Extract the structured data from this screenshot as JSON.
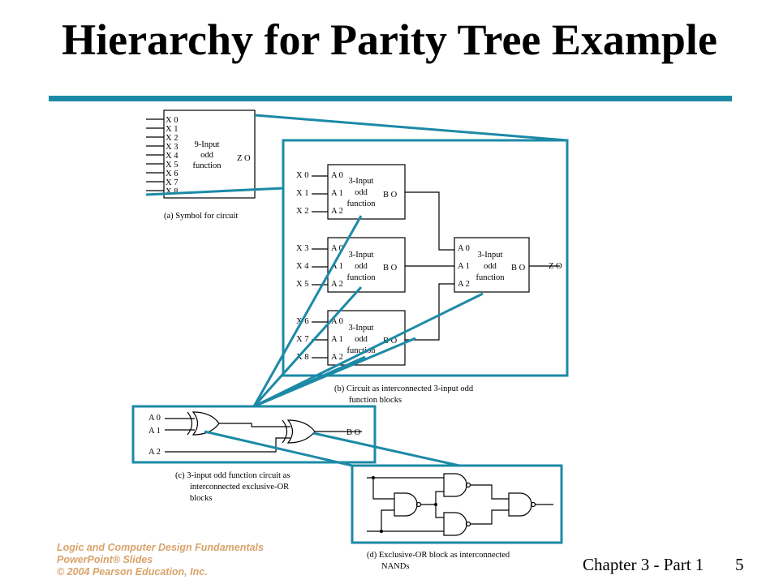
{
  "slide": {
    "title": "Hierarchy for Parity Tree Example",
    "chapter": "Chapter 3 - Part 1",
    "page_number": "5",
    "accent_color": "#1c8aa6",
    "footer_logo": [
      "Logic and Computer Design Fundamentals",
      "PowerPoint® Slides",
      "© 2004 Pearson Education, Inc."
    ]
  },
  "symbol": {
    "inputs": [
      "X 0",
      "X 1",
      "X 2",
      "X 3",
      "X 4",
      "X 5",
      "X 6",
      "X 7",
      "X 8"
    ],
    "box_label": [
      "9-Input",
      "odd",
      "function"
    ],
    "output": "Z O",
    "caption": "(a) Symbol for circuit"
  },
  "circuit": {
    "block_inputs": [
      "A 0",
      "A 1",
      "A 2"
    ],
    "block_label": [
      "3-Input",
      "odd",
      "function"
    ],
    "block_output": "B O",
    "inputs": [
      "X 0",
      "X 1",
      "X 2",
      "X 3",
      "X 4",
      "X 5",
      "X 6",
      "X 7",
      "X 8"
    ],
    "output": "Z O",
    "caption": [
      "(b) Circuit as interconnected 3-input odd",
      "function blocks"
    ]
  },
  "xor_circuit": {
    "inputs": [
      "A 0",
      "A 1",
      "A 2"
    ],
    "output": "B O",
    "caption": [
      "(c) 3-input odd function circuit as",
      "interconnected exclusive-OR",
      "blocks"
    ]
  },
  "nand_circuit": {
    "caption": [
      "(d) Exclusive-OR block as interconnected",
      "NANDs"
    ]
  }
}
